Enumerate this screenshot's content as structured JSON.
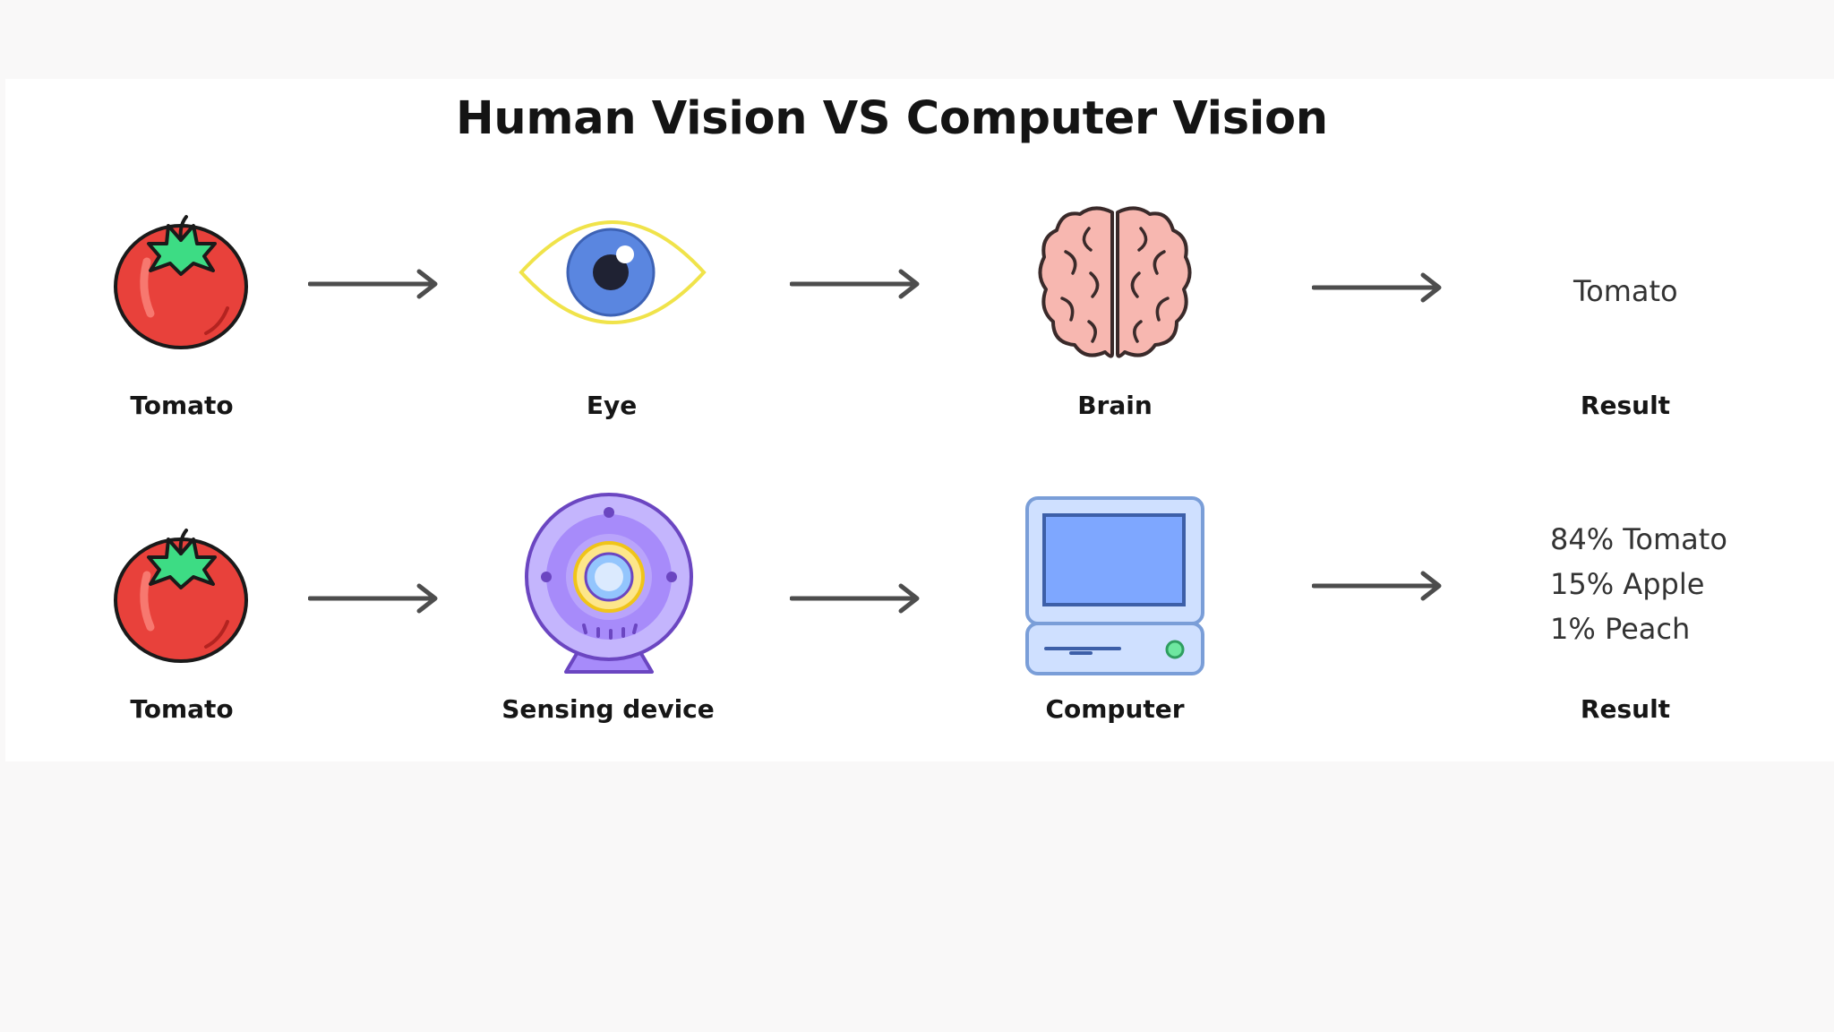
{
  "title": "Human Vision VS Computer Vision",
  "rows": [
    {
      "name": "human-vision",
      "steps": [
        {
          "label": "Tomato",
          "icon": "tomato-icon"
        },
        {
          "label": "Eye",
          "icon": "eye-icon"
        },
        {
          "label": "Brain",
          "icon": "brain-icon"
        },
        {
          "label": "Result"
        }
      ],
      "result": [
        "Tomato"
      ]
    },
    {
      "name": "computer-vision",
      "steps": [
        {
          "label": "Tomato",
          "icon": "tomato-icon"
        },
        {
          "label": "Sensing device",
          "icon": "webcam-icon"
        },
        {
          "label": "Computer",
          "icon": "computer-icon"
        },
        {
          "label": "Result"
        }
      ],
      "result": [
        "84% Tomato",
        "15% Apple",
        "1% Peach"
      ]
    }
  ],
  "colors": {
    "tomato": "#e8413b",
    "leaf": "#3ddc84",
    "iris": "#5a86e0",
    "brain": "#f7b7b0",
    "device": "#a78bfa",
    "screen": "#7ea7ff",
    "arrow": "#4d4d4d"
  }
}
